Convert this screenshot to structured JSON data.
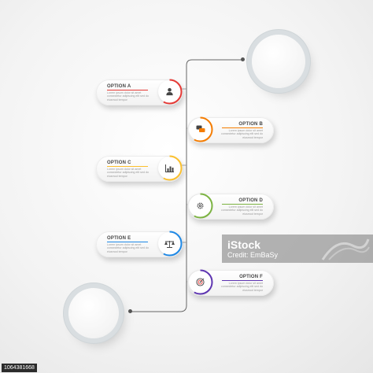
{
  "options": [
    {
      "title": "OPTION A",
      "color": "#e53935",
      "icon": "person-icon",
      "side": "left",
      "body": "Lorem ipsum dolor sit amet consectetur adipiscing elit sed do eiusmod tempor"
    },
    {
      "title": "OPTION B",
      "color": "#f57c00",
      "icon": "chat-icon",
      "side": "right",
      "body": "Lorem ipsum dolor sit amet consectetur adipiscing elit sed do eiusmod tempor"
    },
    {
      "title": "OPTION C",
      "color": "#fbc02d",
      "icon": "bar-chart-icon",
      "side": "left",
      "body": "Lorem ipsum dolor sit amet consectetur adipiscing elit sed do eiusmod tempor"
    },
    {
      "title": "OPTION D",
      "color": "#7cb342",
      "icon": "gear-icon",
      "side": "right",
      "body": "Lorem ipsum dolor sit amet consectetur adipiscing elit sed do eiusmod tempor"
    },
    {
      "title": "OPTION E",
      "color": "#1e88e5",
      "icon": "scales-icon",
      "side": "left",
      "body": "Lorem ipsum dolor sit amet consectetur adipiscing elit sed do eiusmod tempor"
    },
    {
      "title": "OPTION F",
      "color": "#5e35b1",
      "icon": "target-icon",
      "side": "right",
      "body": "Lorem ipsum dolor sit amet consectetur adipiscing elit sed do eiusmod tempor"
    }
  ],
  "watermark": {
    "brand": "iStock",
    "credit": "Credit: EmBaSy"
  },
  "stock_id": "1064381668"
}
